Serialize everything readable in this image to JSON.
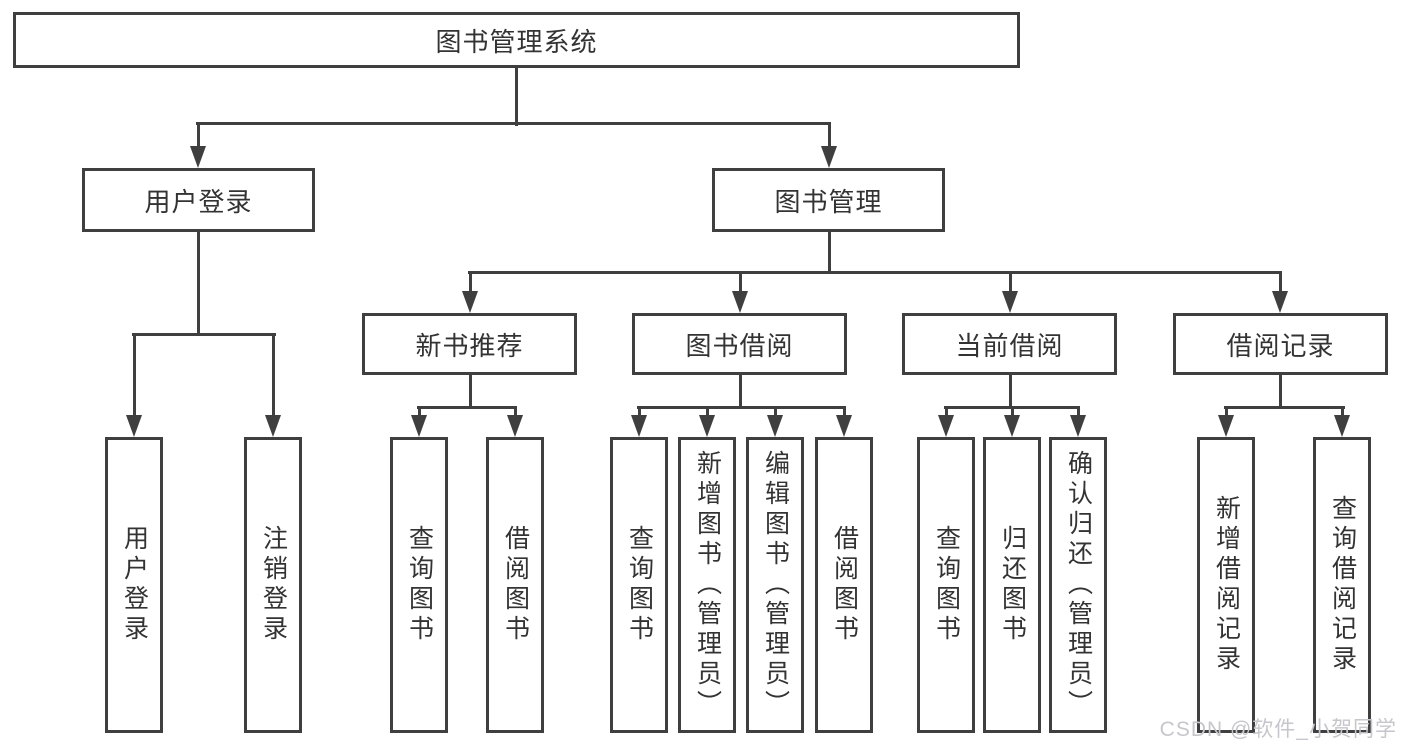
{
  "diagram": {
    "root": {
      "label": "图书管理系统"
    },
    "level2": [
      {
        "label": "用户登录"
      },
      {
        "label": "图书管理"
      }
    ],
    "level3": [
      {
        "label": "新书推荐"
      },
      {
        "label": "图书借阅"
      },
      {
        "label": "当前借阅"
      },
      {
        "label": "借阅记录"
      }
    ],
    "leaves": {
      "user_login": [
        "用户登录",
        "注销登录"
      ],
      "new_book": [
        "查询图书",
        "借阅图书"
      ],
      "book_borrow": [
        "查询图书",
        "新增图书（管理员）",
        "编辑图书（管理员）",
        "借阅图书"
      ],
      "current_borrow": [
        "查询图书",
        "归还图书",
        "确认归还（管理员）"
      ],
      "borrow_record": [
        "新增借阅记录",
        "查询借阅记录"
      ]
    }
  },
  "watermark": {
    "text": "CSDN @软件_小贺同学"
  },
  "colors": {
    "line": "#3f3f3f",
    "text": "#333333",
    "watermark": "#c6c6cc",
    "background": "#ffffff"
  }
}
